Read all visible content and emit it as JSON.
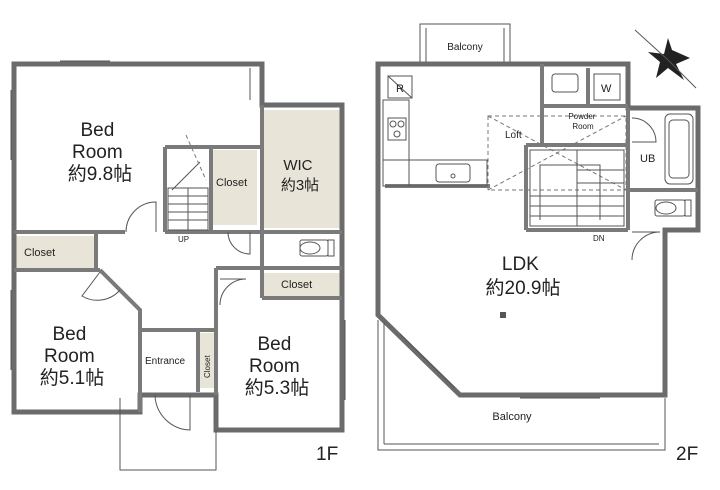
{
  "floors": {
    "first": {
      "label": "1F",
      "bedroom_a": {
        "name": "Bed\nRoom",
        "size": "約9.8帖"
      },
      "closet_a": "Closet",
      "wic": {
        "name": "WIC",
        "size": "約3帖"
      },
      "closet_b": "Closet",
      "bedroom_b": {
        "name": "Bed\nRoom",
        "size": "約5.1帖"
      },
      "closet_c": "Closet",
      "bedroom_c": {
        "name": "Bed\nRoom",
        "size": "約5.3帖"
      },
      "entrance": "Entrance",
      "closet_d": "Closet",
      "stairs_label": "UP"
    },
    "second": {
      "label": "2F",
      "balcony_top": "Balcony",
      "fridge": "R",
      "washer": "W",
      "powder_room": "Powder\nRoom",
      "loft": "Loft",
      "bath": "UB",
      "ldk": {
        "name": "LDK",
        "size": "約20.9帖"
      },
      "stairs_label": "DN",
      "balcony_bottom": "Balcony"
    }
  }
}
